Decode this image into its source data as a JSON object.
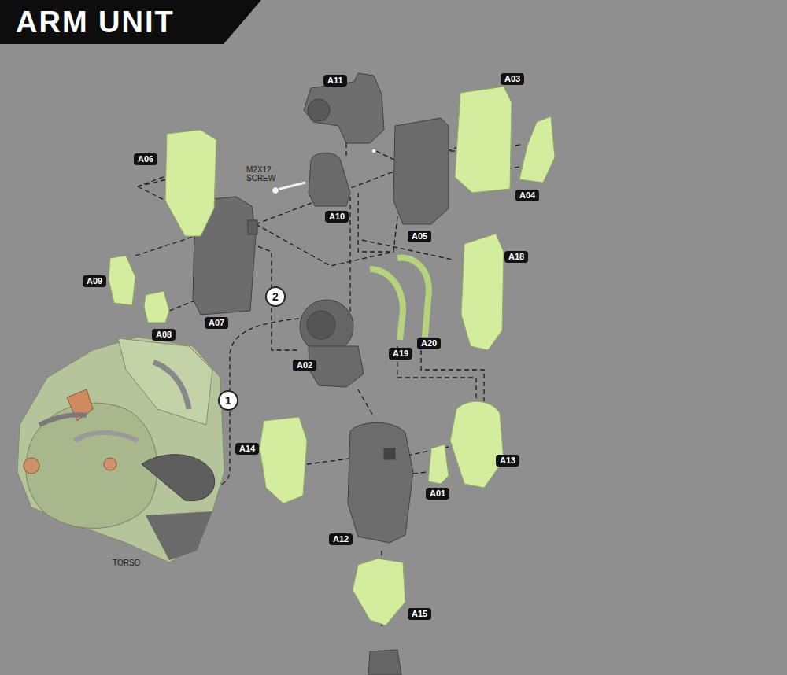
{
  "diagram": {
    "title": "ARM UNIT",
    "nodes": [
      {
        "text": [
          "A11"
        ]
      },
      {
        "text": [
          "A03"
        ]
      },
      {
        "text": [
          "A06"
        ]
      },
      {
        "text": [
          "A04"
        ]
      },
      {
        "text": [
          "A10"
        ]
      },
      {
        "text": [
          "A05"
        ]
      },
      {
        "text": [
          "A18"
        ]
      },
      {
        "text": [
          "A09"
        ]
      },
      {
        "text": [
          "2"
        ]
      },
      {
        "text": [
          "A07"
        ]
      },
      {
        "text": [
          "A08"
        ]
      },
      {
        "text": [
          "A20"
        ]
      },
      {
        "text": [
          "A19"
        ]
      },
      {
        "text": [
          "A02"
        ]
      },
      {
        "text": [
          "1"
        ]
      },
      {
        "text": [
          "A14"
        ]
      },
      {
        "text": [
          "A13"
        ]
      },
      {
        "text": [
          "A01"
        ]
      },
      {
        "text": [
          "A12"
        ]
      },
      {
        "text": [
          "A15"
        ]
      }
    ],
    "labels": [
      "M2X12 SCREW",
      "TORSO"
    ]
  }
}
